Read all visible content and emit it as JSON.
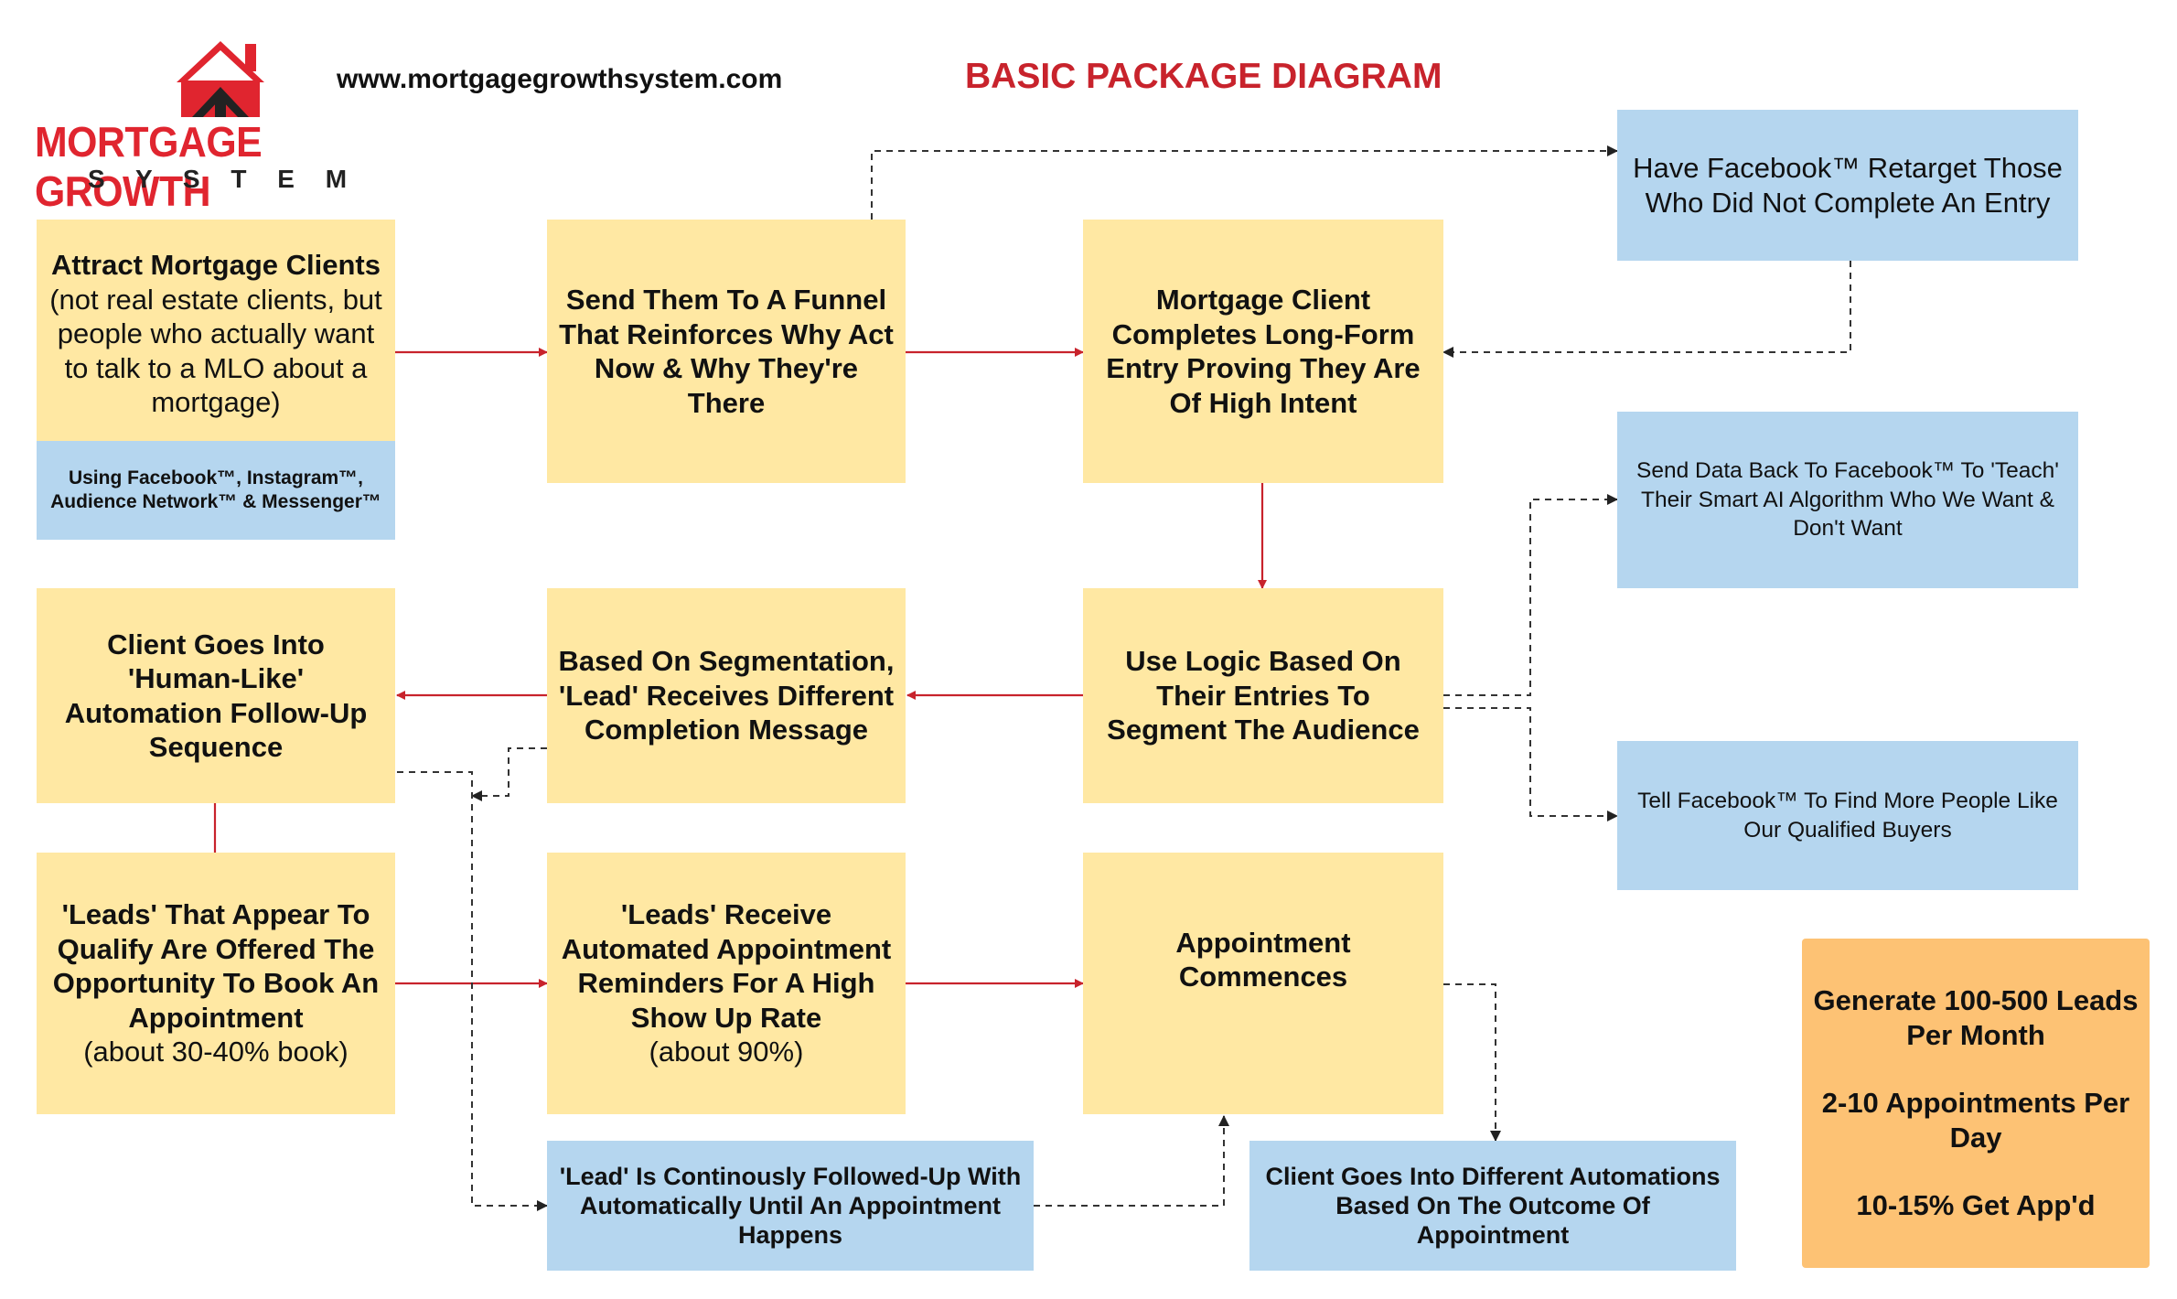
{
  "header": {
    "logo_title": "MORTGAGE GROWTH",
    "logo_subtitle": "S Y S T E M",
    "url": "www.mortgagegrowthsystem.com",
    "diagram_title": "BASIC PACKAGE DIAGRAM"
  },
  "colors": {
    "yellow_box": "#ffe8a3",
    "blue_box": "#b5d6ef",
    "orange_box": "#fdc274",
    "red_arrow": "#c8232c",
    "dashed_arrow": "#333333",
    "title_red": "#c8232c"
  },
  "boxes": {
    "attract": {
      "title": "Attract Mortgage Clients",
      "body": "(not real estate clients, but people who actually want to talk to a MLO about a mortgage)",
      "channels": "Using Facebook™, Instagram™, Audience Network™ & Messenger™"
    },
    "funnel": {
      "text": "Send Them To A Funnel That Reinforces Why Act Now & Why They're There"
    },
    "longform": {
      "text": "Mortgage Client Completes Long-Form Entry Proving They Are Of High Intent"
    },
    "retarget": {
      "text": "Have Facebook™ Retarget Those Who Did Not Complete An Entry"
    },
    "send_data": {
      "text": "Send Data Back To Facebook™ To 'Teach' Their Smart AI Algorithm Who We Want & Don't Want"
    },
    "logic": {
      "text": "Use Logic Based On Their Entries To Segment The Audience"
    },
    "segmentation": {
      "text": "Based On Segmentation, 'Lead' Receives Different Completion Message"
    },
    "human_like": {
      "text": "Client Goes Into 'Human-Like' Automation Follow-Up Sequence"
    },
    "find_more": {
      "text": "Tell Facebook™ To Find More People Like Our Qualified Buyers"
    },
    "qualify": {
      "title": "'Leads' That Appear To Qualify Are Offered The Opportunity To Book An Appointment",
      "note": "(about 30-40% book)"
    },
    "reminders": {
      "title": "'Leads' Receive Automated Appointment Reminders For A High Show Up Rate",
      "note": "(about 90%)"
    },
    "appointment": {
      "text": "Appointment Commences"
    },
    "followed_up": {
      "text": "'Lead' Is Continously Followed-Up With Automatically Until An Appointment Happens"
    },
    "outcome": {
      "text": "Client Goes Into Different Automations Based On The Outcome Of Appointment"
    },
    "stats": {
      "line1": "Generate 100-500 Leads Per Month",
      "line2": "2-10 Appointments Per Day",
      "line3": "10-15% Get App'd"
    }
  }
}
